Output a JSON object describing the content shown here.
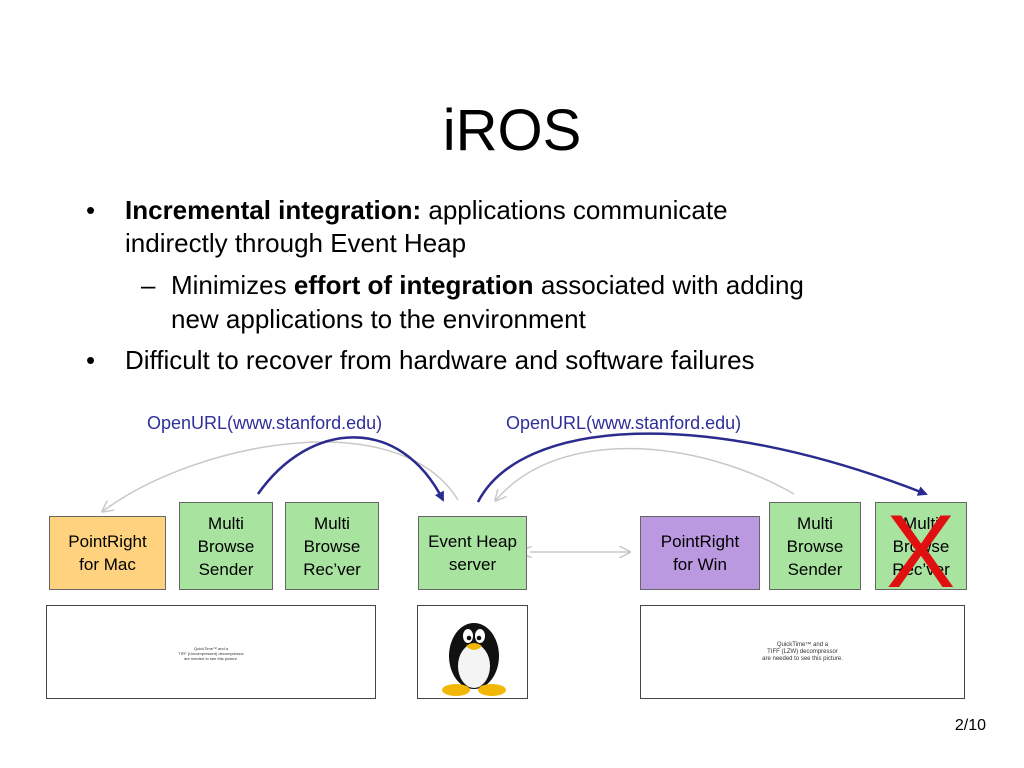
{
  "slide": {
    "title": "iROS",
    "bullets": [
      {
        "bold": "Incremental integration:",
        "text_first": "applications communicate",
        "text_cont": "indirectly through Event Heap",
        "sub": {
          "prefix": "Minimizes",
          "bold": "effort of integration",
          "suffix": "associated with adding",
          "cont": "new applications to the environment"
        }
      },
      {
        "text": "Difficult to recover from hardware and software failures"
      }
    ],
    "bullet_glyph": "•",
    "dash_glyph": "–",
    "page_number": "2/10"
  },
  "diagram": {
    "labels": {
      "openurl_left": "OpenURL(www.stanford.edu)",
      "openurl_right": "OpenURL(www.stanford.edu)"
    },
    "boxes": {
      "pointright_mac": [
        "PointRight",
        "for Mac"
      ],
      "mb_sender_left": [
        "Multi",
        "Browse",
        "Sender"
      ],
      "mb_receiver_left": [
        "Multi",
        "Browse",
        "Rec’ver"
      ],
      "event_heap": [
        "Event Heap",
        "server"
      ],
      "pointright_win": [
        "PointRight",
        "for Win"
      ],
      "mb_sender_right": [
        "Multi",
        "Browse",
        "Sender"
      ],
      "mb_receiver_right": [
        "Multi",
        "Browse",
        "Rec’ver"
      ]
    },
    "failure_mark": "X",
    "placeholders": {
      "left": [
        "QuickTime™ and a",
        "TIFF (Uncompressed) decompressor",
        "are needed to see this picture."
      ],
      "right": [
        "QuickTime™ and a",
        "TIFF (LZW) decompressor",
        "are needed to see this picture."
      ]
    },
    "colors": {
      "box_green": "#a8e3a0",
      "box_orange": "#ffd27f",
      "box_purple": "#bb99e0",
      "arrow_blue": "#2b2b8f",
      "arrow_gray": "#c8c8c8",
      "failure_red": "#e01010"
    }
  }
}
